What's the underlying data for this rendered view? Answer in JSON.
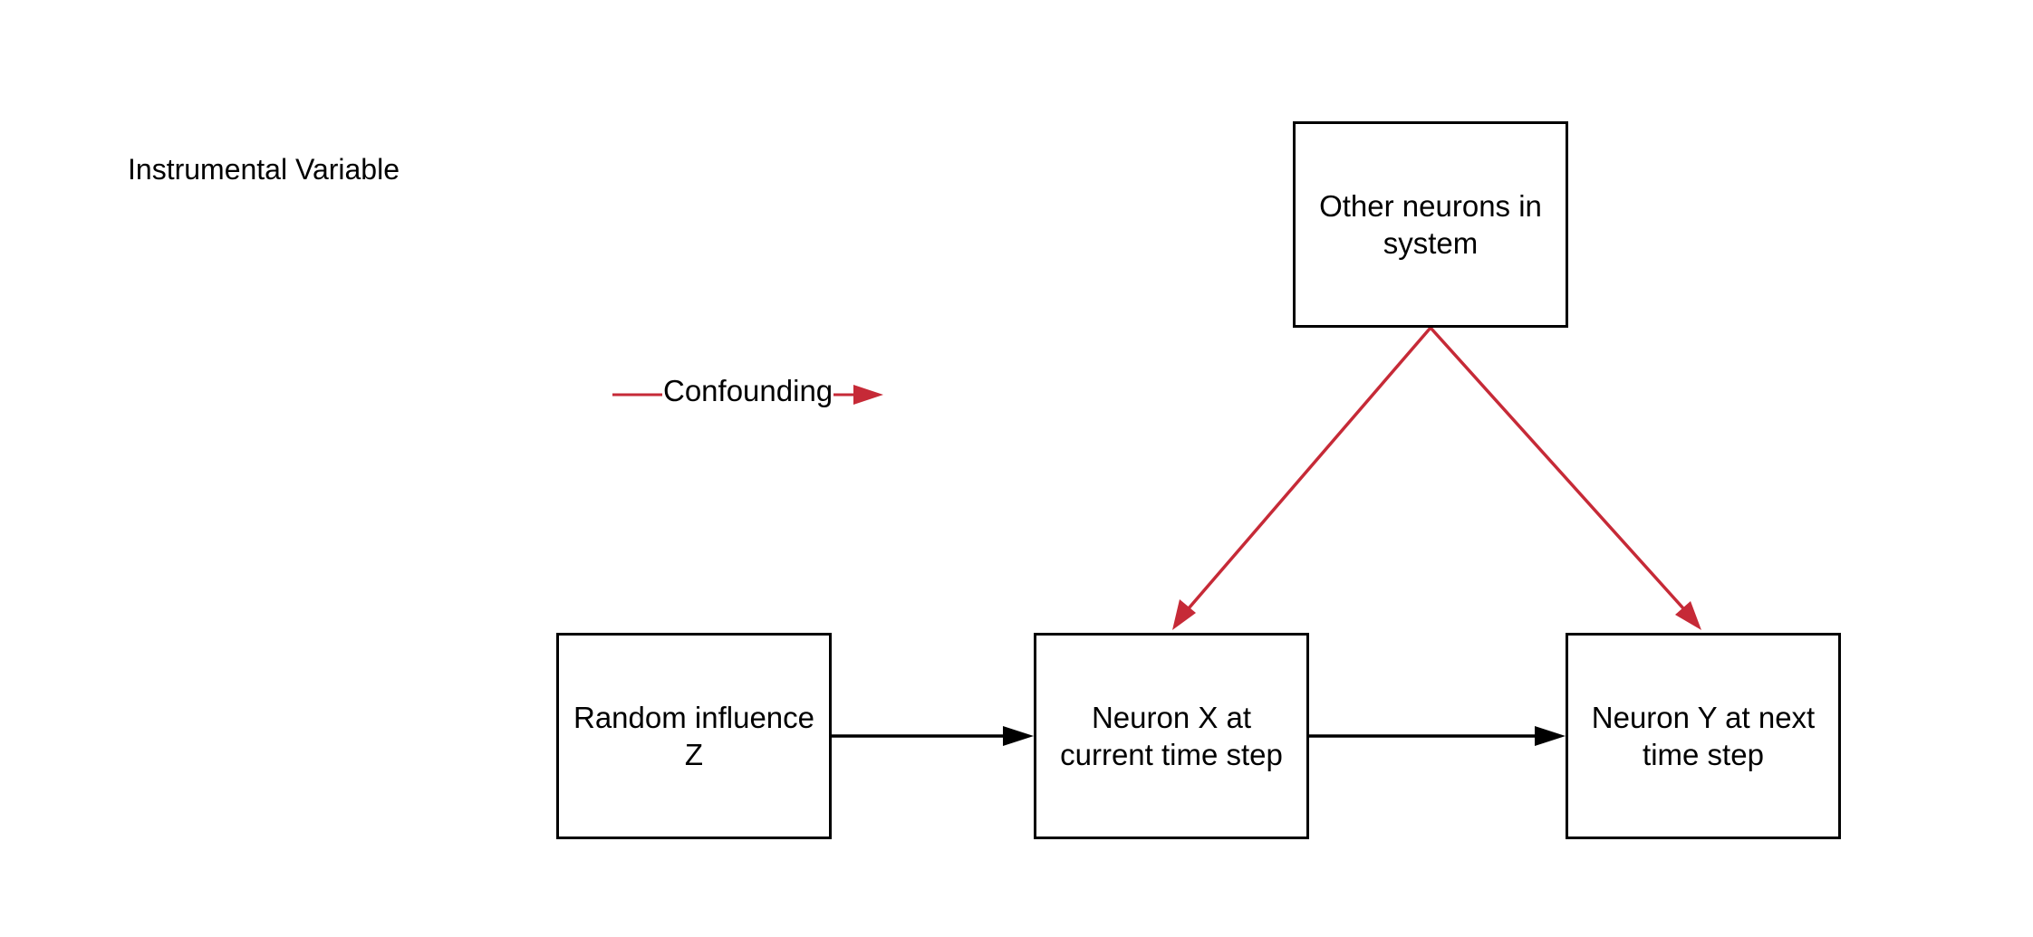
{
  "diagram": {
    "title": "Instrumental Variable",
    "legend": {
      "label": "Confounding",
      "color": "#c62a37"
    },
    "nodes": {
      "z": {
        "label": "Random influence Z"
      },
      "x": {
        "label": "Neuron X at current time step"
      },
      "y": {
        "label": "Neuron Y at next time step"
      },
      "other": {
        "label": "Other neurons in system"
      }
    },
    "edges": [
      {
        "from": "z",
        "to": "x",
        "type": "causal",
        "color": "#000000"
      },
      {
        "from": "x",
        "to": "y",
        "type": "causal",
        "color": "#000000"
      },
      {
        "from": "other",
        "to": "x",
        "type": "confounding",
        "color": "#c62a37"
      },
      {
        "from": "other",
        "to": "y",
        "type": "confounding",
        "color": "#c62a37"
      }
    ]
  }
}
